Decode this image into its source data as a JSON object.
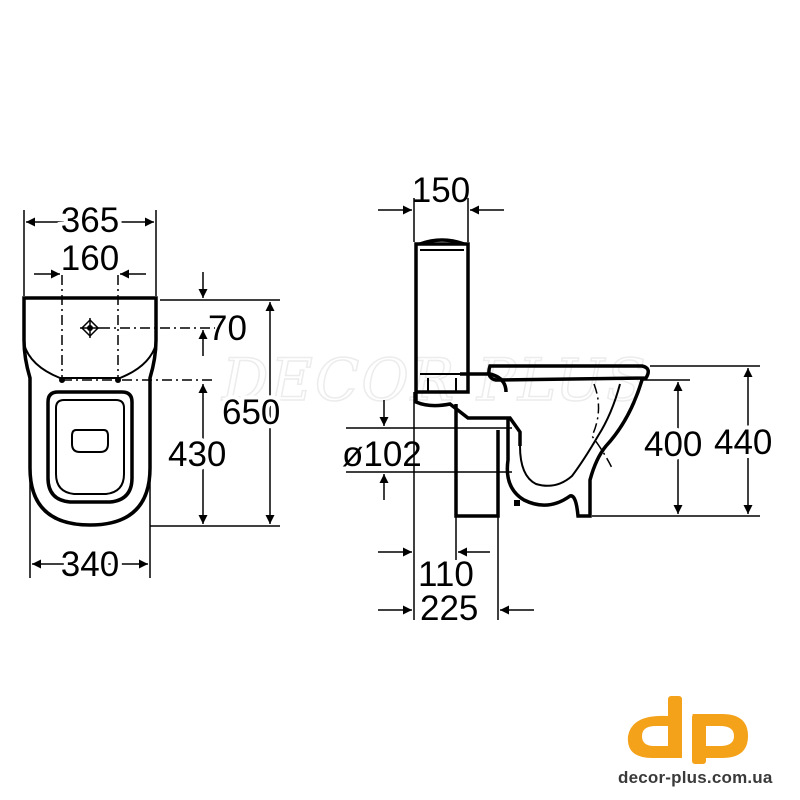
{
  "watermark": "DECOR PLUS",
  "top_view": {
    "width_top": "365",
    "bolt_spacing": "160",
    "inlet_offset": "70",
    "bolt_to_front": "430",
    "total_length": "650",
    "width_bottom": "340"
  },
  "side_view": {
    "tank_depth": "150",
    "outlet_diameter": "ø102",
    "bowl_height": "400",
    "seat_height": "440",
    "outlet_to_wall": "110",
    "pan_to_wall": "225"
  },
  "brand": {
    "logo": "dp",
    "website": "decor-plus.com.ua",
    "logo_color": "#f5a21b"
  }
}
